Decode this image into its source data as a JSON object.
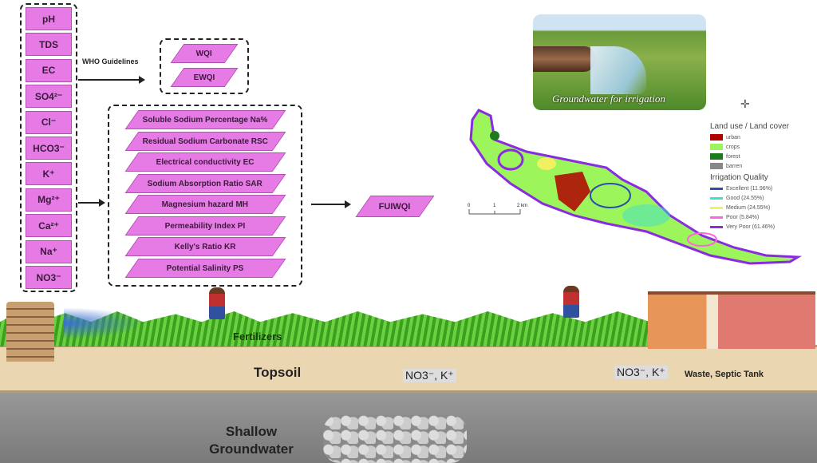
{
  "parameters": [
    "pH",
    "TDS",
    "EC",
    "SO4²⁻",
    "Cl⁻",
    "HCO3⁻",
    "K⁺",
    "Mg²⁺",
    "Ca²⁺",
    "Na⁺",
    "NO3⁻"
  ],
  "who_label": "WHO Guidelines",
  "who_indices": [
    "WQI",
    "EWQI"
  ],
  "irrigation_indices": [
    "Soluble Sodium Percentage Na%",
    "Residual Sodium Carbonate RSC",
    "Electrical conductivity EC",
    "Sodium Absorption Ratio SAR",
    "Magnesium hazard MH",
    "Permeability Index PI",
    "Kelly's Ratio KR",
    "Potential Salinity PS"
  ],
  "final_index": "FUIWQI",
  "photo_caption": "Groundwater for irrigation",
  "scale_bar": [
    "0",
    "1",
    "2 km"
  ],
  "legend": {
    "lulc_title": "Land use / Land cover",
    "lulc": [
      {
        "label": "urban",
        "color": "#b00000"
      },
      {
        "label": "crops",
        "color": "#9cf55a"
      },
      {
        "label": "forest",
        "color": "#1f7a1f"
      },
      {
        "label": "barren",
        "color": "#888888"
      }
    ],
    "iq_title": "Irrigation Quality",
    "iq": [
      {
        "label": "Excellent (11.96%)",
        "color": "#2a4fb0"
      },
      {
        "label": "Good (24.55%)",
        "color": "#40e0d0"
      },
      {
        "label": "Medium (24.55%)",
        "color": "#f0f060"
      },
      {
        "label": "Poor (5.84%)",
        "color": "#ff66dd"
      },
      {
        "label": "Very Poor (61.46%)",
        "color": "#8a2be2"
      }
    ]
  },
  "scene": {
    "fertilizers": "Fertilizers",
    "topsoil": "Topsoil",
    "no3k_1": "NO3⁻, K⁺",
    "no3k_2": "NO3⁻, K⁺",
    "waste": "Waste, Septic Tank",
    "groundwater": "Shallow Groundwater"
  }
}
